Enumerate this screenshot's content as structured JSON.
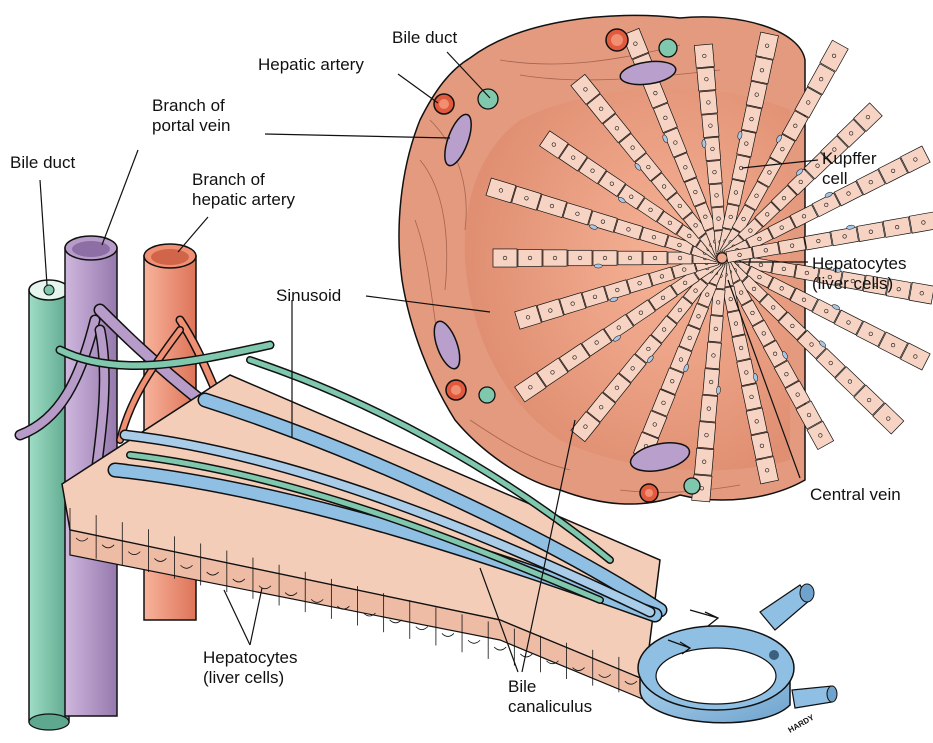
{
  "labels": {
    "bile_duct_top": "Bile duct",
    "hepatic_artery": "Hepatic artery",
    "branch_portal_vein": [
      "Branch of",
      "portal vein"
    ],
    "bile_duct_left": "Bile duct",
    "branch_hepatic_artery": [
      "Branch of",
      "hepatic artery"
    ],
    "sinusoid": "Sinusoid",
    "kupffer_cell": [
      "Kupffer",
      "cell"
    ],
    "hepatocytes_right": [
      "Hepatocytes",
      "(liver cells)"
    ],
    "central_vein": "Central vein",
    "hepatocytes_bottom": [
      "Hepatocytes",
      "(liver cells)"
    ],
    "bile_canaliculus": [
      "Bile",
      "canaliculus"
    ]
  },
  "signature": "HARDY",
  "colors": {
    "lobule_fill": "#e79a7d",
    "lobule_center": "#f3a98b",
    "hepatocyte": "#f6d3c2",
    "portal_vein": "#b79bc9",
    "hepatic_artery": "#f08f72",
    "artery_red": "#e2573b",
    "bile_duct": "#7fc7ad",
    "central_vein": "#8fbfe3",
    "kupffer": "#a9c7e4",
    "outline": "#111111"
  }
}
